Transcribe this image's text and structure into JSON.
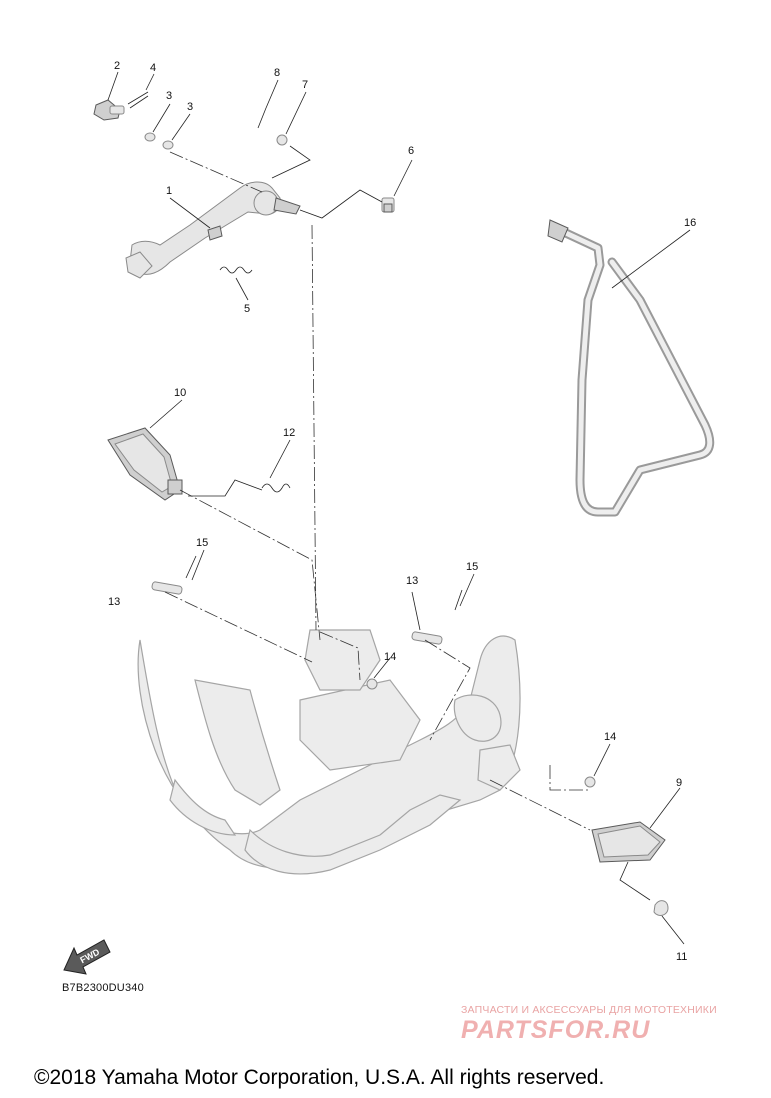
{
  "diagram": {
    "callouts": {
      "c1": "1",
      "c2": "2",
      "c3a": "3",
      "c3b": "3",
      "c4": "4",
      "c5": "5",
      "c6": "6",
      "c7": "7",
      "c8": "8",
      "c9": "9",
      "c10": "10",
      "c11": "11",
      "c12": "12",
      "c13a": "13",
      "c13b": "13",
      "c14a": "14",
      "c14b": "14",
      "c15a": "15",
      "c15b": "15",
      "c16": "16"
    },
    "fwd_label": "FWD",
    "diagram_code": "B7B2300DU340"
  },
  "watermark": {
    "caption": "ЗАПЧАСТИ И АКСЕССУАРЫ ДЛЯ МОТОТЕХНИКИ",
    "logo": "PARTSFOR.RU"
  },
  "footer": {
    "copyright": "©2018 Yamaha Motor Corporation, U.S.A. All rights reserved."
  },
  "colors": {
    "watermark": "#f0b0b0",
    "line": "#222222",
    "part_fill": "#e6e6e6"
  }
}
